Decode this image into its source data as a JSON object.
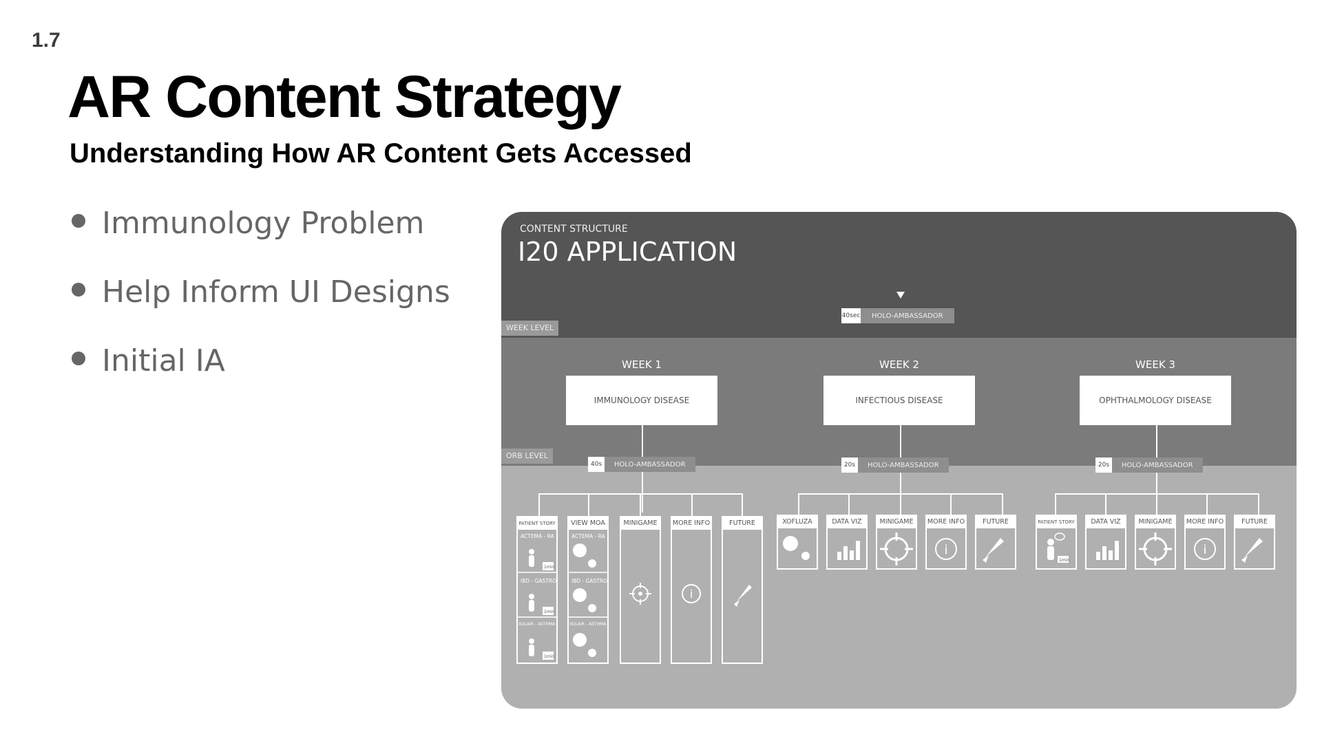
{
  "slide": {
    "number": "1.7",
    "title": "AR Content Strategy",
    "subtitle": "Understanding How AR Content Gets Accessed",
    "bullets": [
      "Immunology Problem",
      "Help Inform UI Designs",
      "Initial IA"
    ]
  },
  "diagram": {
    "header_small": "CONTENT STRUCTURE",
    "header_big": "I20 APPLICATION",
    "levels": {
      "week": "WEEK LEVEL",
      "orb": "ORB LEVEL"
    },
    "root": {
      "time": "40sec",
      "label": "HOLO-AMBASSADOR"
    },
    "weeks": [
      {
        "label": "WEEK 1",
        "disease": "IMMUNOLOGY DISEASE",
        "holo": {
          "time": "40s",
          "label": "HOLO-AMBASSADOR"
        },
        "columns": [
          "PATIENT STORY",
          "VIEW MOA",
          "MINIGAME",
          "MORE INFO",
          "FUTURE"
        ],
        "sublabels": [
          "ACTEMA - RA",
          "IBD - GASTRO",
          "XOLAIR - ASTHMA"
        ],
        "badge": "1min"
      },
      {
        "label": "WEEK 2",
        "disease": "INFECTIOUS DISEASE",
        "holo": {
          "time": "20s",
          "label": "HOLO-AMBASSADOR"
        },
        "columns": [
          "XOFLUZA",
          "DATA VIZ",
          "MINIGAME",
          "MORE INFO",
          "FUTURE"
        ]
      },
      {
        "label": "WEEK 3",
        "disease": "OPHTHALMOLOGY DISEASE",
        "holo": {
          "time": "20s",
          "label": "HOLO-AMBASSADOR"
        },
        "columns": [
          "PATIENT STORY",
          "DATA VIZ",
          "MINIGAME",
          "MORE INFO",
          "FUTURE"
        ],
        "badge": "1min"
      }
    ],
    "colors": {
      "top_band": "#555555",
      "mid_band": "#7b7b7b",
      "bottom_band": "#b0b0b0"
    }
  }
}
